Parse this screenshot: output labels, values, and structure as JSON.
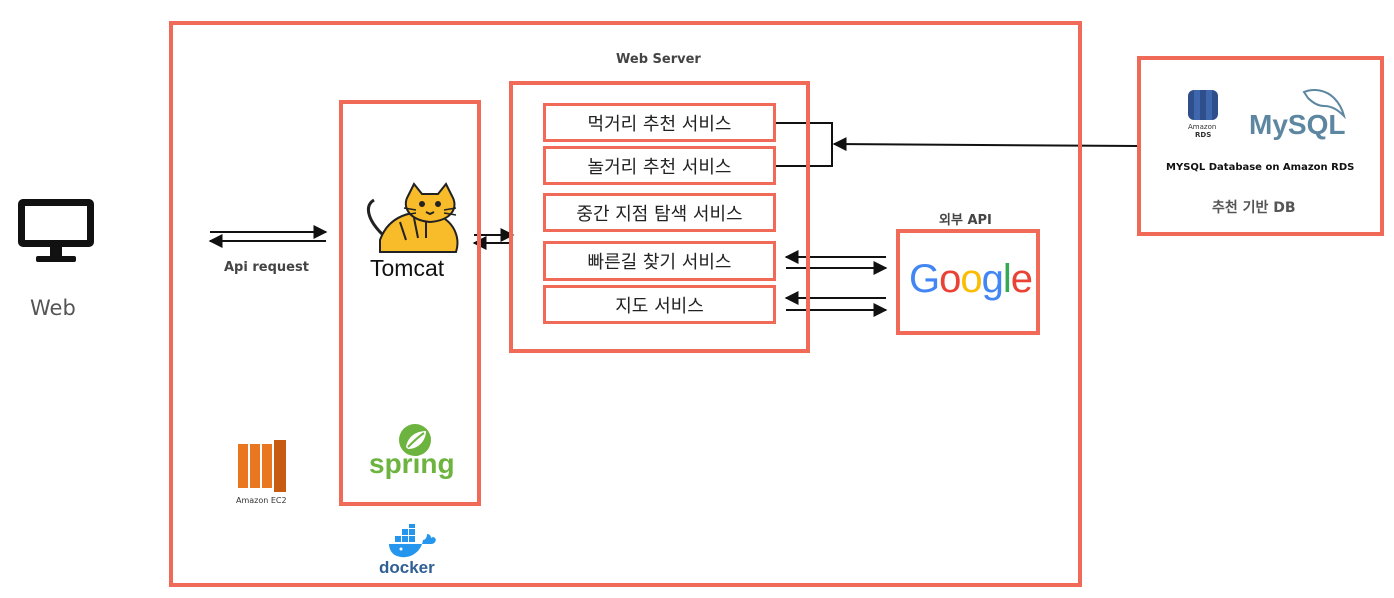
{
  "client": {
    "label": "Web",
    "icon": "monitor-icon"
  },
  "api_request_label": "Api request",
  "web_server": {
    "title": "Web Server",
    "services": [
      "먹거리 추천 서비스",
      "놀거리 추천 서비스",
      "중간 지점 탐색 서비스",
      "빠른길 찾기 서비스",
      "지도 서비스"
    ]
  },
  "tomcat": {
    "label": "Tomcat",
    "icon": "tomcat-cat-icon"
  },
  "spring": {
    "label": "spring",
    "icon": "spring-leaf-icon"
  },
  "docker": {
    "label": "docker",
    "icon": "docker-whale-icon"
  },
  "ec2": {
    "label": "Amazon EC2",
    "icon": "ec2-icon"
  },
  "external_api": {
    "title": "외부 API",
    "provider": "Google"
  },
  "database": {
    "rds_label_1": "Amazon",
    "rds_label_2": "RDS",
    "mysql_label": "MySQL",
    "description": "MYSQL Database on Amazon RDS",
    "caption": "추천 기반 DB"
  },
  "colors": {
    "border": "#f06a57",
    "google_blue": "#4285F4",
    "google_red": "#EA4335",
    "google_yellow": "#FBBC05",
    "google_green": "#34A853",
    "spring_green": "#6DB33F",
    "docker_blue": "#2496ED",
    "ec2_orange": "#E8771F",
    "mysql_blue": "#5d87a1",
    "rds_blue": "#2e4f8c"
  }
}
